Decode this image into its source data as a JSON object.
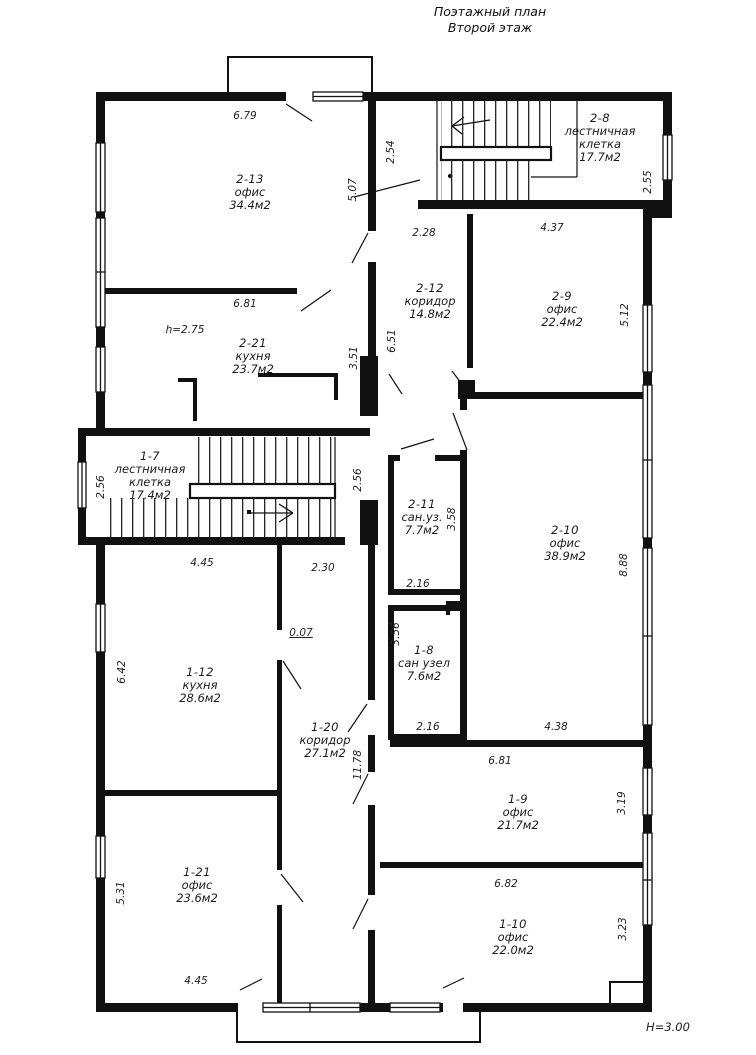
{
  "title": {
    "line1": "Поэтажный план",
    "line2": "Второй этаж"
  },
  "rooms": [
    {
      "id": "2-13",
      "name": "офис",
      "area": "34.4м2"
    },
    {
      "id": "2-8",
      "name": "лестничная клетка",
      "area": "17.7м2"
    },
    {
      "id": "2-12",
      "name": "коридор",
      "area": "14.8м2"
    },
    {
      "id": "2-9",
      "name": "офис",
      "area": "22.4м2"
    },
    {
      "id": "2-21",
      "name": "кухня",
      "area": "23.7м2"
    },
    {
      "id": "1-7",
      "name": "лестничная клетка",
      "area": "17.4м2"
    },
    {
      "id": "2-11",
      "name": "сан.уз.",
      "area": "7.7м2"
    },
    {
      "id": "2-10",
      "name": "офис",
      "area": "38.9м2"
    },
    {
      "id": "1-8",
      "name": "сан узел",
      "area": "7.6м2"
    },
    {
      "id": "1-12",
      "name": "кухня",
      "area": "28.6м2"
    },
    {
      "id": "1-20",
      "name": "коридор",
      "area": "27.1м2"
    },
    {
      "id": "1-21",
      "name": "офис",
      "area": "23.6м2"
    },
    {
      "id": "1-9",
      "name": "офис",
      "area": "21.7м2"
    },
    {
      "id": "1-10",
      "name": "офис",
      "area": "22.0м2"
    }
  ],
  "dims": [
    "6.79",
    "2.54",
    "5.07",
    "2.55",
    "2.28",
    "4.37",
    "5.12",
    "6.81",
    "6.51",
    "3.51",
    "2.56",
    "2.56",
    "4.45",
    "2.30",
    "3.58",
    "8.88",
    "2.16",
    "0.07",
    "3.56",
    "6.42",
    "2.16",
    "4.38",
    "6.81",
    "11.78",
    "3.19",
    "5.31",
    "6.82",
    "3.23",
    "4.45",
    "h=2.75",
    "H=3.00"
  ]
}
